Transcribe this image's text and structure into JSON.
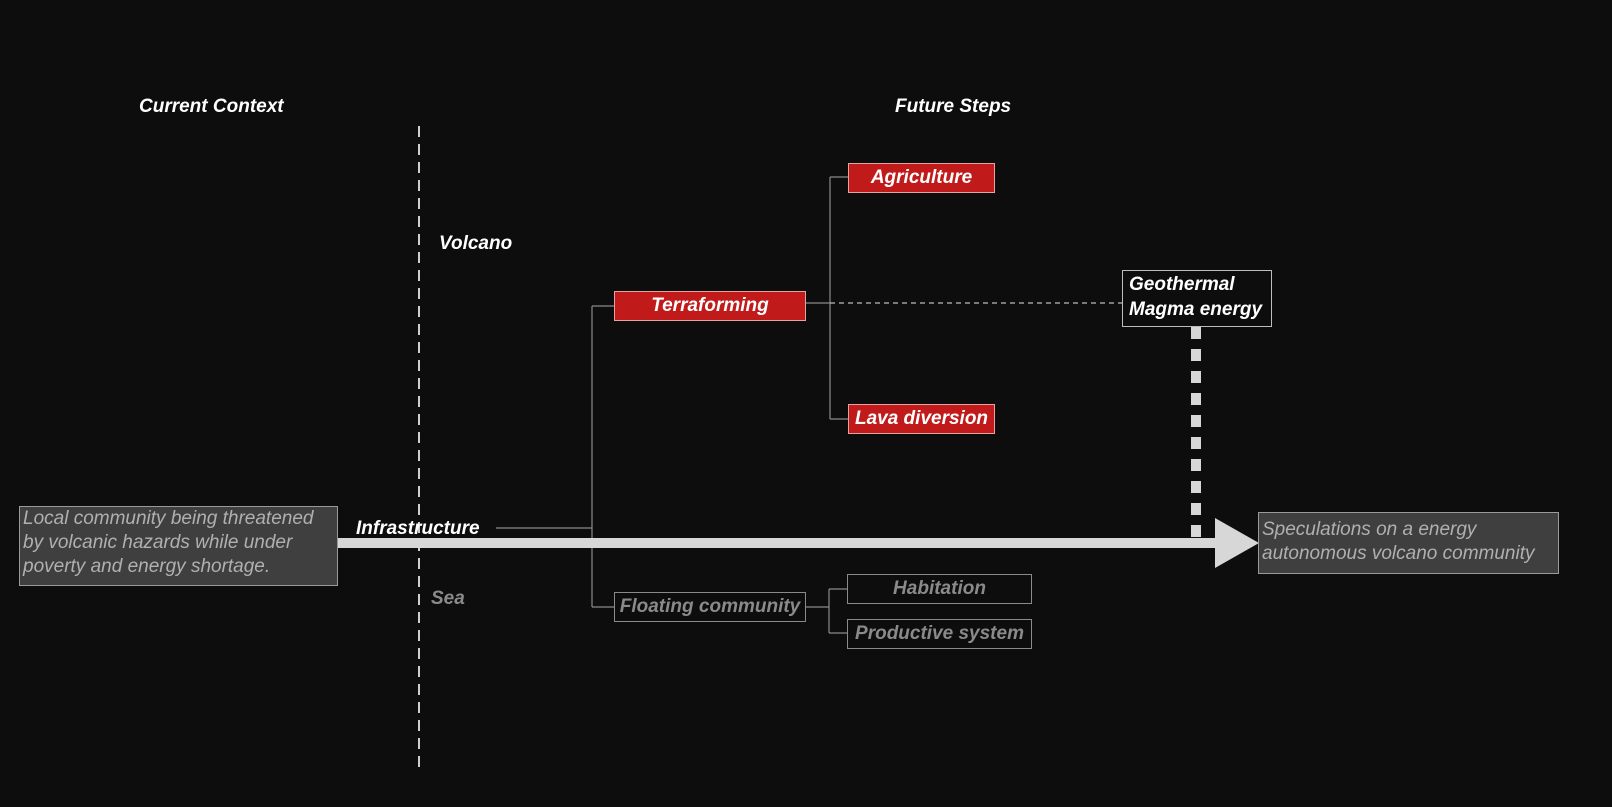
{
  "headings": {
    "current_context": "Current Context",
    "future_steps": "Future Steps"
  },
  "zones": {
    "volcano": "Volcano",
    "sea": "Sea"
  },
  "start_node": {
    "text": "Local community being threatened by volcanic hazards while under poverty and energy shortage."
  },
  "end_node": {
    "text": "Speculations on a energy autonomous volcano community"
  },
  "infrastructure_label": "Infrastructure",
  "volcano_branch": {
    "label": "Terraforming",
    "children": [
      "Agriculture",
      "Lava diversion"
    ]
  },
  "sea_branch": {
    "label": "Floating community",
    "children": [
      "Habitation",
      "Productive system"
    ]
  },
  "geothermal": {
    "line1": "Geothermal",
    "line2": "Magma energy"
  },
  "colors": {
    "background": "#0d0d0e",
    "accent_red": "#c11a1a",
    "arrow": "#d7d7d7",
    "muted": "#8a8a8a"
  }
}
